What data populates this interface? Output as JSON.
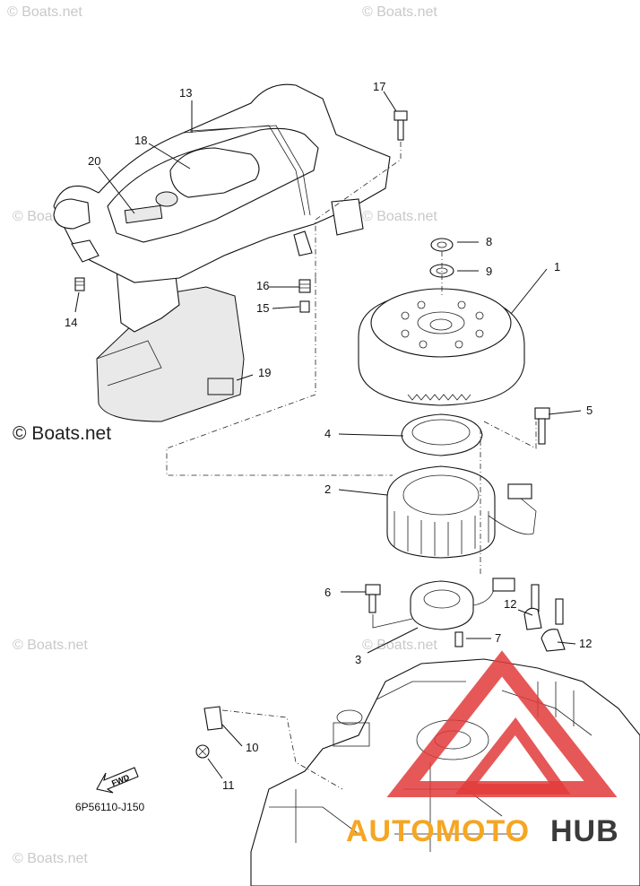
{
  "watermark": "© Boats.net",
  "diagram_code": "6P56110-J150",
  "fwd_label": "FWD",
  "brand": {
    "part1": "AUTOMOTO",
    "part2": "HUB"
  },
  "callouts": {
    "c1": "1",
    "c2": "2",
    "c3": "3",
    "c4": "4",
    "c5": "5",
    "c6": "6",
    "c7": "7",
    "c8": "8",
    "c9": "9",
    "c10": "10",
    "c11": "11",
    "c12a": "12",
    "c12b": "12",
    "c13": "13",
    "c14": "14",
    "c15": "15",
    "c16": "16",
    "c17": "17",
    "c18": "18",
    "c19": "19",
    "c20": "20"
  },
  "colors": {
    "brand_orange": "#f5a623",
    "brand_red": "#e23b3b",
    "brand_dark": "#3a3a3a"
  }
}
